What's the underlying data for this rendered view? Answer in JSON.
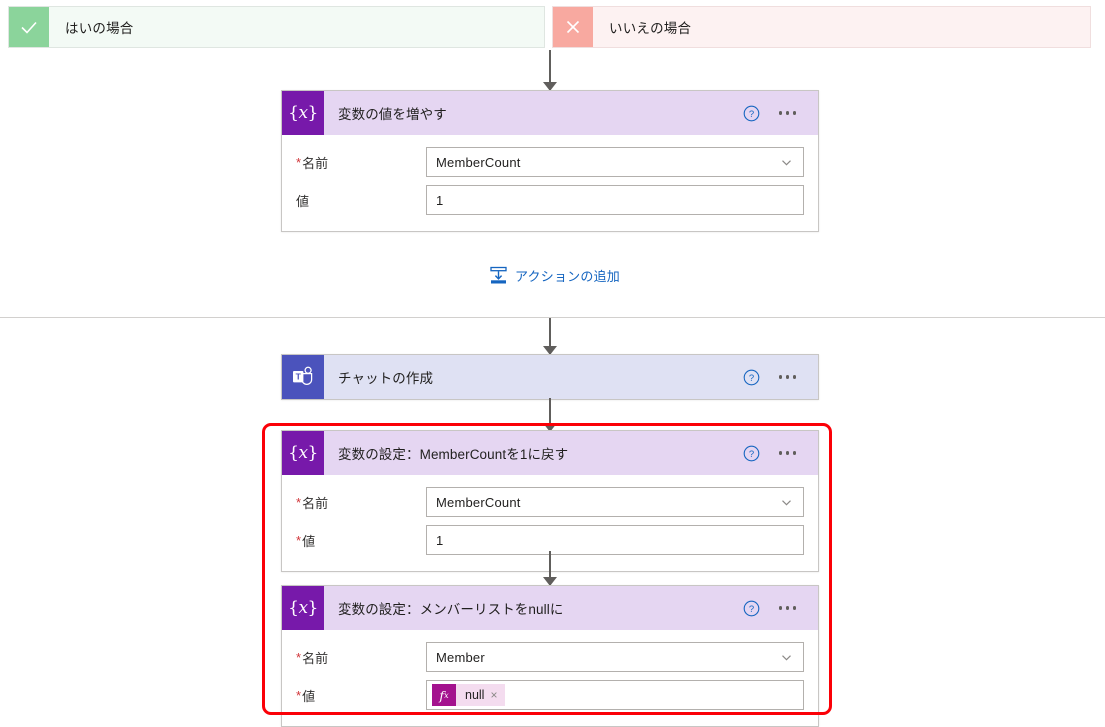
{
  "branches": [
    {
      "name": "yes-branch",
      "label": "はいの場合",
      "icon": "check-icon",
      "icon_color": "#8bd49b",
      "background": "#f3faf5"
    },
    {
      "name": "no-branch",
      "label": "いいえの場合",
      "icon": "close-icon",
      "icon_color": "#f8a9a0",
      "background": "#fdf2f2"
    }
  ],
  "add_action": {
    "label": "アクションの追加",
    "icon": "insert-action-icon",
    "color": "#1565c0"
  },
  "cards": [
    {
      "id": "increment-variable",
      "title": "変数の値を増やす",
      "icon": "variable-braces-icon",
      "icon_bg": "#7719aa",
      "header_bg": "#e5d6f2",
      "help_icon": "help-circle-icon",
      "menu_icon": "ellipsis-icon",
      "fields": [
        {
          "label": "名前",
          "required": true,
          "value": "MemberCount",
          "control": "dropdown",
          "chevron": "chevron-down-icon"
        },
        {
          "label": "値",
          "required": false,
          "value": "1",
          "control": "text"
        }
      ]
    },
    {
      "id": "create-chat",
      "title": "チャットの作成",
      "icon": "microsoft-teams-icon",
      "icon_bg": "#4b53bc",
      "header_bg": "#dfe1f3",
      "help_icon": "help-circle-icon",
      "menu_icon": "ellipsis-icon",
      "fields": []
    },
    {
      "id": "set-variable-membercount",
      "title": "変数の設定：MemberCountを1に戻す",
      "icon": "variable-braces-icon",
      "icon_bg": "#7719aa",
      "header_bg": "#e5d6f2",
      "help_icon": "help-circle-icon",
      "menu_icon": "ellipsis-icon",
      "fields": [
        {
          "label": "名前",
          "required": true,
          "value": "MemberCount",
          "control": "dropdown",
          "chevron": "chevron-down-icon"
        },
        {
          "label": "値",
          "required": true,
          "value": "1",
          "control": "text"
        }
      ]
    },
    {
      "id": "set-variable-member-null",
      "title": "変数の設定：メンバーリストをnullに",
      "icon": "variable-braces-icon",
      "icon_bg": "#7719aa",
      "header_bg": "#e5d6f2",
      "help_icon": "help-circle-icon",
      "menu_icon": "ellipsis-icon",
      "fields": [
        {
          "label": "名前",
          "required": true,
          "value": "Member",
          "control": "dropdown",
          "chevron": "chevron-down-icon"
        },
        {
          "label": "値",
          "required": true,
          "control": "expression-token",
          "token": {
            "fx": "fx",
            "text": "null",
            "remove": "×"
          }
        }
      ]
    }
  ],
  "highlight": {
    "name": "red-highlight-box",
    "color": "#fb0007"
  }
}
